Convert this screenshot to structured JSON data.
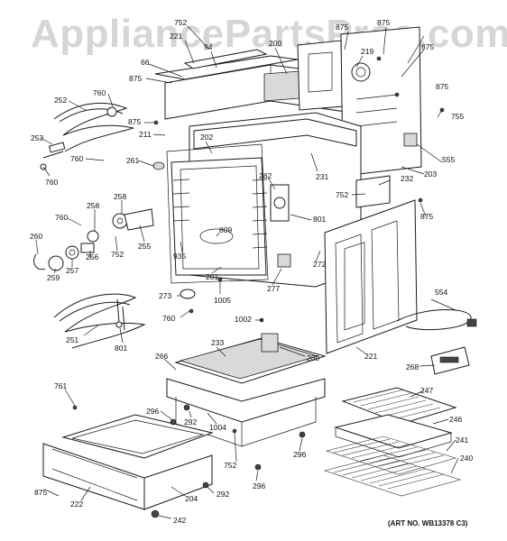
{
  "watermark": "AppliancePartsPros.com",
  "art_number": "(ART NO. WB13378 C3)",
  "callouts": {
    "c752_top": "752",
    "c221_top": "221",
    "c94": "94",
    "c200": "200",
    "c875_top": "875",
    "c219": "219",
    "c875_tr1": "875",
    "c875_tr2": "875",
    "c66": "66",
    "c875_left1": "875",
    "c252": "252",
    "c760_top": "760",
    "c875_left2": "875",
    "c211": "211",
    "c253": "253",
    "c760_mid": "760",
    "c760_left": "760",
    "c261": "261",
    "c202": "202",
    "c231": "231",
    "c755": "755",
    "c555": "555",
    "c203": "203",
    "c232": "232",
    "c752_right": "752",
    "c875_right": "875",
    "c282": "282",
    "c801_right": "801",
    "c258_a": "258",
    "c258_b": "258",
    "c760_l2": "760",
    "c260": "260",
    "c255": "255",
    "c809": "809",
    "c272": "272",
    "c256": "256",
    "c752_mid": "752",
    "c935": "935",
    "c259": "259",
    "c257": "257",
    "c201": "201",
    "c1005": "1005",
    "c277": "277",
    "c273": "273",
    "c554": "554",
    "c760_low": "760",
    "c1002": "1002",
    "c251": "251",
    "c801_left": "801",
    "c233": "233",
    "c269": "269",
    "c221_right": "221",
    "c266": "266",
    "c268": "268",
    "c761": "761",
    "c296_a": "296",
    "c292_a": "292",
    "c1004": "1004",
    "c247": "247",
    "c246": "246",
    "c241": "241",
    "c240": "240",
    "c296_b": "296",
    "c752_low": "752",
    "c875_bottom": "875",
    "c222": "222",
    "c204": "204",
    "c292_b": "292",
    "c296_c": "296",
    "c242": "242"
  }
}
